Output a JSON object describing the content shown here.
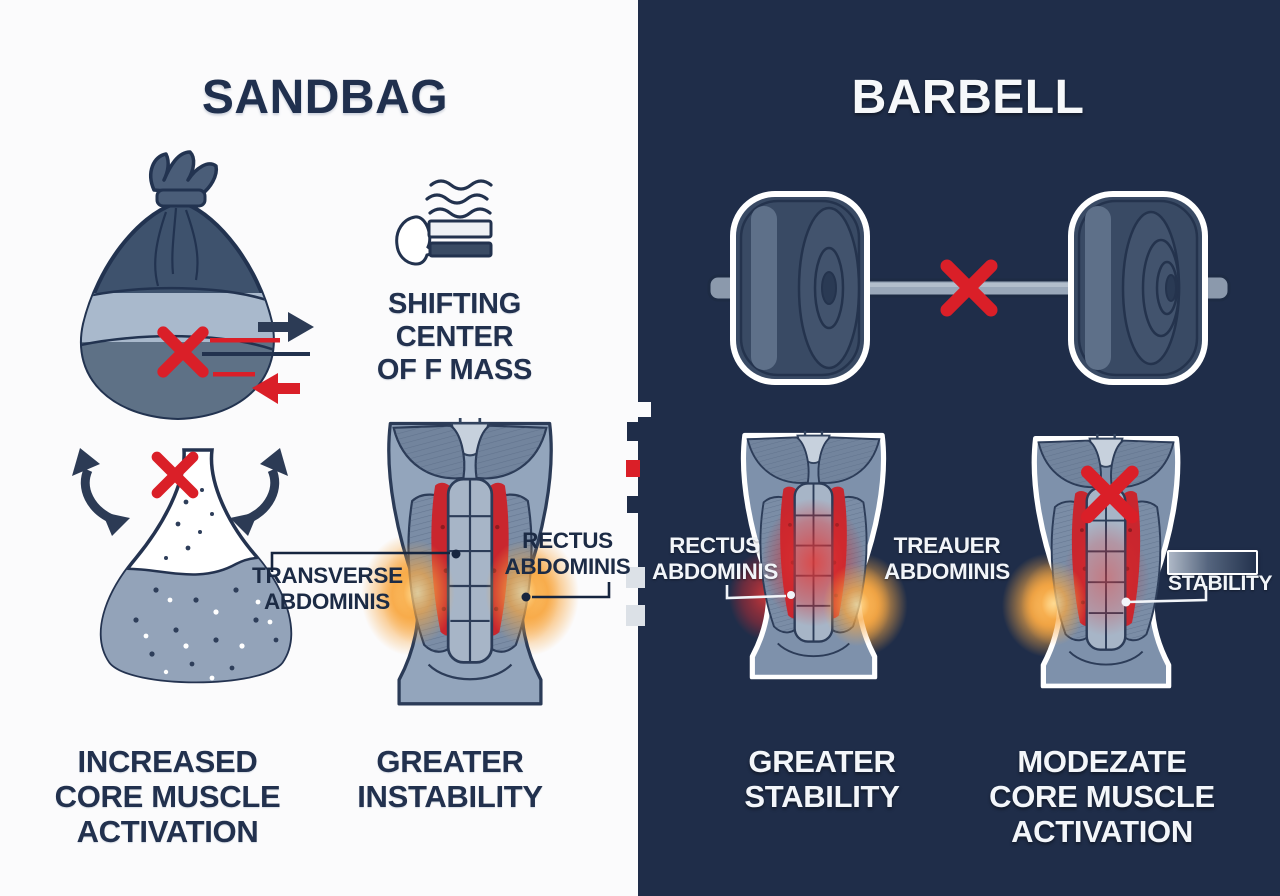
{
  "left_panel": {
    "title": "SANDBAG",
    "shifting_caption": {
      "line1": "SHIFTING CENTER",
      "line2": "OF F MASS"
    },
    "anatomy_labels": {
      "transverse": {
        "line1": "TRANSVERSE",
        "line2": "ABDOMINIS"
      },
      "rectus": {
        "line1": "RECTUS",
        "line2": "ABDOMINIS"
      }
    },
    "captions": {
      "core_activation": {
        "line1": "INCREASED",
        "line2": "CORE MUSCLE",
        "line3": "ACTIVATION"
      },
      "instability": {
        "line1": "GREATER",
        "line2": "INSTABILITY"
      }
    }
  },
  "right_panel": {
    "title": "BARBELL",
    "anatomy_labels": {
      "rectus": {
        "line1": "RECTUS",
        "line2": "ABDOMINIS"
      },
      "treauer": {
        "line1": "TREAUER",
        "line2": "ABDOMINIS"
      },
      "stability": "STABILITY"
    },
    "captions": {
      "stability": {
        "line1": "GREATER",
        "line2": "STABILITY"
      },
      "core_activation": {
        "line1": "MODEZATE",
        "line2": "CORE MUSCLE",
        "line3": "ACTIVATION"
      }
    }
  },
  "icons": {
    "sandbag_illustration": "sandbag-icon",
    "motion_arrows": "motion-arrows-icon",
    "shifting_mass": "shifting-mass-icon",
    "torso_anatomy": "torso-anatomy-icon",
    "sand_funnel": "sand-funnel-icon",
    "barbell_illustration": "barbell-icon",
    "x_mark": "x-mark-icon",
    "stability_bar": "stability-bar-icon"
  },
  "colors": {
    "panel_light": "#fbfbfc",
    "panel_dark": "#1f2d49",
    "accent_red": "#da1f28",
    "glow_orange": "#f7a53f",
    "steel_blue": "#8da0b8",
    "text_dark": "#1e2d4a",
    "text_light": "#f5f7fa"
  }
}
